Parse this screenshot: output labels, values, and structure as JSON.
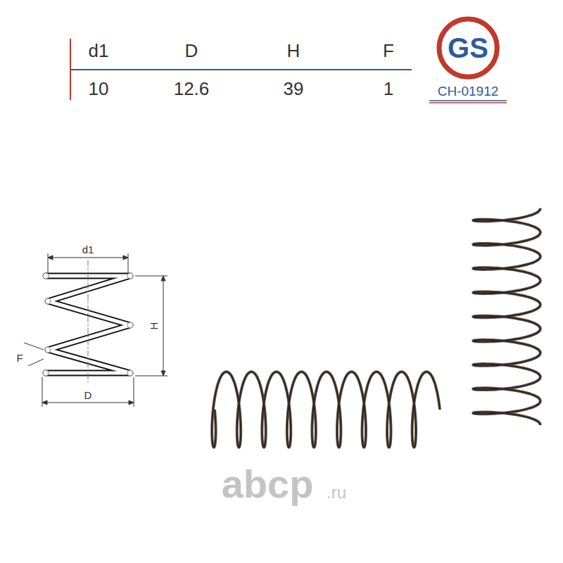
{
  "diagram": {
    "nodes": [
      {
        "text": [
          "GS"
        ]
      }
    ],
    "labels": [
      "d1",
      "D",
      "H",
      "F",
      "10",
      "12.6",
      "39",
      "1",
      "CH-01912",
      "d1",
      "H",
      "F",
      "D",
      "abcp",
      ".ru"
    ]
  }
}
